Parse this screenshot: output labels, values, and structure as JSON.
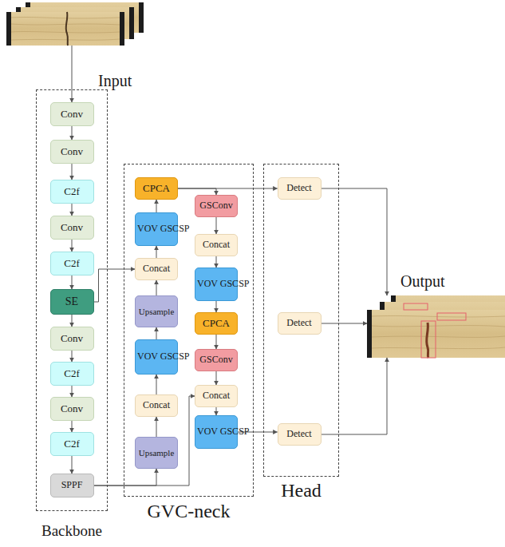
{
  "diagram": {
    "nodes": [
      {
        "text": [
          "Input"
        ]
      },
      {
        "text": [
          "Backbone"
        ]
      },
      {
        "text": [
          "Conv"
        ],
        "in": 1
      },
      {
        "text": [
          "Conv"
        ],
        "in": 1
      },
      {
        "text": [
          "C2f"
        ],
        "in": 1
      },
      {
        "text": [
          "Conv"
        ],
        "in": 1
      },
      {
        "text": [
          "C2f"
        ],
        "in": 1
      },
      {
        "text": [
          "SE"
        ],
        "in": 1
      },
      {
        "text": [
          "Conv"
        ],
        "in": 1
      },
      {
        "text": [
          "C2f"
        ],
        "in": 1
      },
      {
        "text": [
          "Conv"
        ],
        "in": 1
      },
      {
        "text": [
          "C2f"
        ],
        "in": 1
      },
      {
        "text": [
          "SPPF"
        ],
        "in": 1
      },
      {
        "text": [
          "GVC-neck"
        ]
      },
      {
        "text": [
          "CPCA"
        ],
        "in": 13
      },
      {
        "text": [
          "VOV GSCSP"
        ],
        "in": 13
      },
      {
        "text": [
          "Concat"
        ],
        "in": 13
      },
      {
        "text": [
          "Upsample"
        ],
        "in": 13
      },
      {
        "text": [
          "VOV GSCSP"
        ],
        "in": 13
      },
      {
        "text": [
          "Concat"
        ],
        "in": 13
      },
      {
        "text": [
          "Upsample"
        ],
        "in": 13
      },
      {
        "text": [
          "GSConv"
        ],
        "in": 13
      },
      {
        "text": [
          "Concat"
        ],
        "in": 13
      },
      {
        "text": [
          "VOV GSCSP"
        ],
        "in": 13
      },
      {
        "text": [
          "CPCA"
        ],
        "in": 13
      },
      {
        "text": [
          "GSConv"
        ],
        "in": 13
      },
      {
        "text": [
          "Concat"
        ],
        "in": 13
      },
      {
        "text": [
          "VOV GSCSP"
        ],
        "in": 13
      },
      {
        "text": [
          "Head"
        ]
      },
      {
        "text": [
          "Detect"
        ],
        "in": 28
      },
      {
        "text": [
          "Detect"
        ],
        "in": 28
      },
      {
        "text": [
          "Detect"
        ],
        "in": 28
      },
      {
        "text": [
          "Output"
        ]
      }
    ],
    "edges": [
      {
        "from": 0,
        "to": 2,
        "arrow": "to"
      },
      {
        "from": 2,
        "to": 3,
        "arrow": "to"
      },
      {
        "from": 3,
        "to": 4,
        "arrow": "to"
      },
      {
        "from": 4,
        "to": 5,
        "arrow": "to"
      },
      {
        "from": 5,
        "to": 6,
        "arrow": "to"
      },
      {
        "from": 6,
        "to": 7,
        "arrow": "to"
      },
      {
        "from": 7,
        "to": 8,
        "arrow": "to"
      },
      {
        "from": 8,
        "to": 9,
        "arrow": "to"
      },
      {
        "from": 9,
        "to": 10,
        "arrow": "to"
      },
      {
        "from": 10,
        "to": 11,
        "arrow": "to"
      },
      {
        "from": 11,
        "to": 12,
        "arrow": "to"
      },
      {
        "from": 7,
        "to": 16,
        "arrow": "to"
      },
      {
        "from": 12,
        "to": 20,
        "arrow": "to"
      },
      {
        "from": 12,
        "to": 26,
        "arrow": "to"
      },
      {
        "from": 20,
        "to": 19,
        "arrow": "to"
      },
      {
        "from": 19,
        "to": 18,
        "arrow": "to"
      },
      {
        "from": 18,
        "to": 17,
        "arrow": "to"
      },
      {
        "from": 17,
        "to": 16,
        "arrow": "to"
      },
      {
        "from": 16,
        "to": 15,
        "arrow": "to"
      },
      {
        "from": 15,
        "to": 14,
        "arrow": "to"
      },
      {
        "from": 14,
        "to": 29,
        "arrow": "to"
      },
      {
        "from": 14,
        "to": 21,
        "arrow": "to"
      },
      {
        "from": 21,
        "to": 22,
        "arrow": "to"
      },
      {
        "from": 22,
        "to": 23,
        "arrow": "to"
      },
      {
        "from": 23,
        "to": 24,
        "arrow": "to"
      },
      {
        "from": 24,
        "to": 25,
        "arrow": "to"
      },
      {
        "from": 25,
        "to": 26,
        "arrow": "to"
      },
      {
        "from": 26,
        "to": 27,
        "arrow": "to"
      },
      {
        "from": 27,
        "to": 31,
        "arrow": "to"
      },
      {
        "from": 29,
        "to": 32,
        "arrow": "to"
      },
      {
        "from": 30,
        "to": 32,
        "arrow": "to"
      },
      {
        "from": 31,
        "to": 32,
        "arrow": "to"
      }
    ]
  }
}
